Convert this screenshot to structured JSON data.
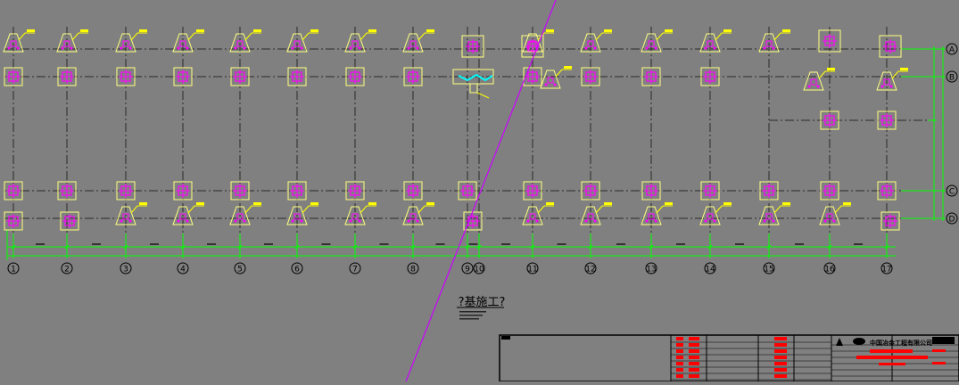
{
  "drawing": {
    "background": "#808080",
    "colors": {
      "gridline": "#2a2a2a",
      "footing": "#ffff80",
      "column": "#ff00ff",
      "dimension": "#00ff00",
      "label": "#ffff00",
      "section_line": "#cc00ff",
      "highlight": "#00ffff",
      "title_red": "#ff0000",
      "ink": "#000000"
    },
    "col_axes": [
      "1",
      "2",
      "3",
      "4",
      "5",
      "6",
      "7",
      "8",
      "9",
      "10",
      "11",
      "12",
      "13",
      "14",
      "15",
      "16",
      "17"
    ],
    "row_axes": [
      "A",
      "B",
      "C",
      "D"
    ],
    "drawing_title": "?基施工?",
    "company_name": "中国冶金工程有限公司"
  }
}
